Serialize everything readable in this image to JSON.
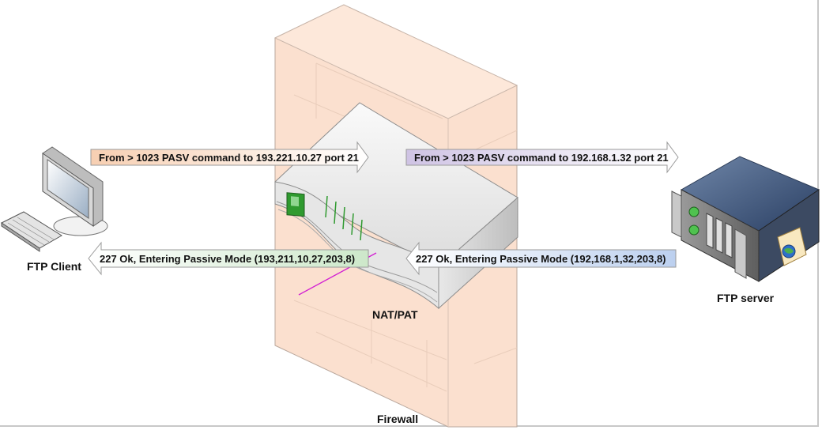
{
  "labels": {
    "ftp_client": "FTP Client",
    "ftp_server": "FTP server",
    "nat": "NAT/PAT",
    "firewall": "Firewall"
  },
  "arrows": {
    "client_to_fw": "From > 1023 PASV command to 193.221.10.27 port 21",
    "fw_to_server": "From > 1023 PASV command to 192.168.1.32 port 21",
    "server_to_fw": "227 Ok, Entering Passive Mode (192,168,1,32,203,8)",
    "fw_to_client": "227 Ok, Entering Passive Mode (193,211,10,27,203,8)"
  },
  "colors": {
    "firewall_fill": "#fbe0cf",
    "arrow_orange": "#f9d8bf",
    "arrow_purple": "#dcd3ea",
    "arrow_green": "#d6ecd4",
    "arrow_blue": "#c9d9f1",
    "router_green": "#2f9a2f",
    "magenta_line": "#d21fd2"
  }
}
